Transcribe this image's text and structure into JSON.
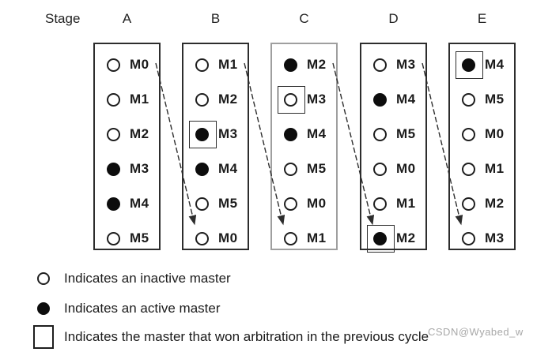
{
  "header": {
    "stage_label": "Stage"
  },
  "stages": [
    {
      "letter": "A",
      "gray_frame": false,
      "rows": [
        {
          "label": "M0",
          "active": false,
          "winner": false
        },
        {
          "label": "M1",
          "active": false,
          "winner": false
        },
        {
          "label": "M2",
          "active": false,
          "winner": false
        },
        {
          "label": "M3",
          "active": true,
          "winner": false
        },
        {
          "label": "M4",
          "active": true,
          "winner": false
        },
        {
          "label": "M5",
          "active": false,
          "winner": false
        }
      ]
    },
    {
      "letter": "B",
      "gray_frame": false,
      "rows": [
        {
          "label": "M1",
          "active": false,
          "winner": false
        },
        {
          "label": "M2",
          "active": false,
          "winner": false
        },
        {
          "label": "M3",
          "active": true,
          "winner": true
        },
        {
          "label": "M4",
          "active": true,
          "winner": false
        },
        {
          "label": "M5",
          "active": false,
          "winner": false
        },
        {
          "label": "M0",
          "active": false,
          "winner": false
        }
      ]
    },
    {
      "letter": "C",
      "gray_frame": true,
      "rows": [
        {
          "label": "M2",
          "active": true,
          "winner": false
        },
        {
          "label": "M3",
          "active": false,
          "winner": true
        },
        {
          "label": "M4",
          "active": true,
          "winner": false
        },
        {
          "label": "M5",
          "active": false,
          "winner": false
        },
        {
          "label": "M0",
          "active": false,
          "winner": false
        },
        {
          "label": "M1",
          "active": false,
          "winner": false
        }
      ]
    },
    {
      "letter": "D",
      "gray_frame": false,
      "rows": [
        {
          "label": "M3",
          "active": false,
          "winner": false
        },
        {
          "label": "M4",
          "active": true,
          "winner": false
        },
        {
          "label": "M5",
          "active": false,
          "winner": false
        },
        {
          "label": "M0",
          "active": false,
          "winner": false
        },
        {
          "label": "M1",
          "active": false,
          "winner": false
        },
        {
          "label": "M2",
          "active": true,
          "winner": true
        }
      ]
    },
    {
      "letter": "E",
      "gray_frame": false,
      "rows": [
        {
          "label": "M4",
          "active": true,
          "winner": true
        },
        {
          "label": "M5",
          "active": false,
          "winner": false
        },
        {
          "label": "M0",
          "active": false,
          "winner": false
        },
        {
          "label": "M1",
          "active": false,
          "winner": false
        },
        {
          "label": "M2",
          "active": false,
          "winner": false
        },
        {
          "label": "M3",
          "active": false,
          "winner": false
        }
      ]
    }
  ],
  "arrows": [
    {
      "from_stage": "A",
      "from_master": "M0",
      "to_stage": "B",
      "to_master": "M0"
    },
    {
      "from_stage": "B",
      "from_master": "M1",
      "to_stage": "C",
      "to_master": "M1"
    },
    {
      "from_stage": "C",
      "from_master": "M2",
      "to_stage": "D",
      "to_master": "M2"
    },
    {
      "from_stage": "D",
      "from_master": "M3",
      "to_stage": "E",
      "to_master": "M3"
    }
  ],
  "legend": [
    {
      "symbol": "inactive-circle",
      "text": "Indicates an inactive master"
    },
    {
      "symbol": "active-circle",
      "text": "Indicates an active master"
    },
    {
      "symbol": "winner-square",
      "text": "Indicates the master that won arbitration in the previous cycle"
    }
  ],
  "watermark": "CSDN@Wyabed_w",
  "colors": {
    "ink": "#1e1e1e",
    "gray_frame": "#9f9f9f",
    "watermark": "#a8a8a8",
    "background": "#ffffff"
  }
}
